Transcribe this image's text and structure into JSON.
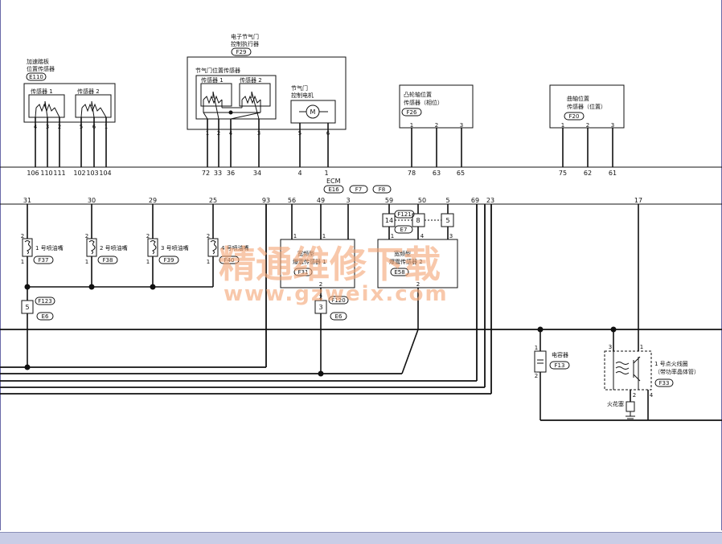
{
  "components": {
    "app_sensor": {
      "title_line1": "加速踏板",
      "title_line2": "位置传感器",
      "connector": "E110",
      "sensor1": "传感器 1",
      "sensor2": "传感器 2",
      "pins": [
        "4",
        "3",
        "2",
        "5",
        "6",
        "1"
      ]
    },
    "throttle_actuator": {
      "title_line1": "电子节气门",
      "title_line2": "控制执行器",
      "connector": "F29",
      "tps_title": "节气门位置传感器",
      "sensor1": "传感器 1",
      "sensor2": "传感器 2",
      "motor_line1": "节气门",
      "motor_line2": "控制电机",
      "motor_symbol": "M",
      "pins": [
        "1",
        "2",
        "4",
        "3",
        "5",
        "6"
      ]
    },
    "cam_sensor": {
      "title_line1": "凸轮轴位置",
      "title_line2": "传感器（相位）",
      "connector": "F26",
      "pins": [
        "1",
        "2",
        "3"
      ]
    },
    "crank_sensor": {
      "title_line1": "曲轴位置",
      "title_line2": "传感器（位置）",
      "connector": "F20",
      "pins": [
        "1",
        "2",
        "3"
      ]
    },
    "ecm": {
      "label": "ECM",
      "connectors": [
        "E16",
        "F7",
        "F8"
      ],
      "top_terminals": [
        "106",
        "110",
        "111",
        "102",
        "103",
        "104",
        "72",
        "33",
        "36",
        "34",
        "4",
        "1",
        "78",
        "63",
        "65",
        "75",
        "62",
        "61"
      ],
      "bottom_terminals": [
        "31",
        "30",
        "29",
        "25",
        "93",
        "56",
        "49",
        "3",
        "59",
        "50",
        "5",
        "69",
        "23",
        "17"
      ]
    },
    "injectors": [
      {
        "label": "1 号喷油嘴",
        "connector": "F37",
        "pin_top": "2",
        "pin_bottom": "1"
      },
      {
        "label": "2 号喷油嘴",
        "connector": "F38",
        "pin_top": "2",
        "pin_bottom": "1"
      },
      {
        "label": "3 号喷油嘴",
        "connector": "F39",
        "pin_top": "2",
        "pin_bottom": "1"
      },
      {
        "label": "4 号喷油嘴",
        "connector": "F40",
        "pin_top": "2",
        "pin_bottom": "1"
      }
    ],
    "joint_connector_left": {
      "pin": "5",
      "connectors": [
        "F123",
        "E6"
      ]
    },
    "knock_sensor_1": {
      "label_line1": "宽频型",
      "label_line2": "爆震传感器 1",
      "connector": "F31",
      "pin_top1": "1",
      "pin_top2": "1",
      "pin_bottom": "2"
    },
    "knock_sensor_2": {
      "label_line1": "宽频型",
      "label_line2": "爆震传感器 2",
      "connector": "E58",
      "pins_top": [
        "1",
        "4",
        "3"
      ],
      "pin_bottom": "2"
    },
    "joint_connector_mid": {
      "pin": "3",
      "connectors": [
        "F120",
        "E6"
      ],
      "pin_top": "2"
    },
    "joint_connector_right": {
      "pins": [
        "14",
        "8",
        "5"
      ],
      "connectors": [
        "F121",
        "E7"
      ]
    },
    "capacitor": {
      "label": "电容器",
      "connector": "F13",
      "pin_top": "1",
      "pin_bottom": "2"
    },
    "ignition_coil": {
      "label_line1": "1 号点火线圈",
      "label_line2": "（带功率晶体管）",
      "connector": "F33",
      "pins": [
        "3",
        "1",
        "4",
        "2"
      ]
    },
    "spark_plug": {
      "label": "火花塞"
    }
  },
  "watermark": {
    "line1": "精通维修下载",
    "line2": "www.gzweix.com"
  },
  "colors": {
    "wire": "#111111",
    "frame": "#6a6aa8",
    "watermark": "#f4a878",
    "bottom_bar": "#c9cde6"
  }
}
